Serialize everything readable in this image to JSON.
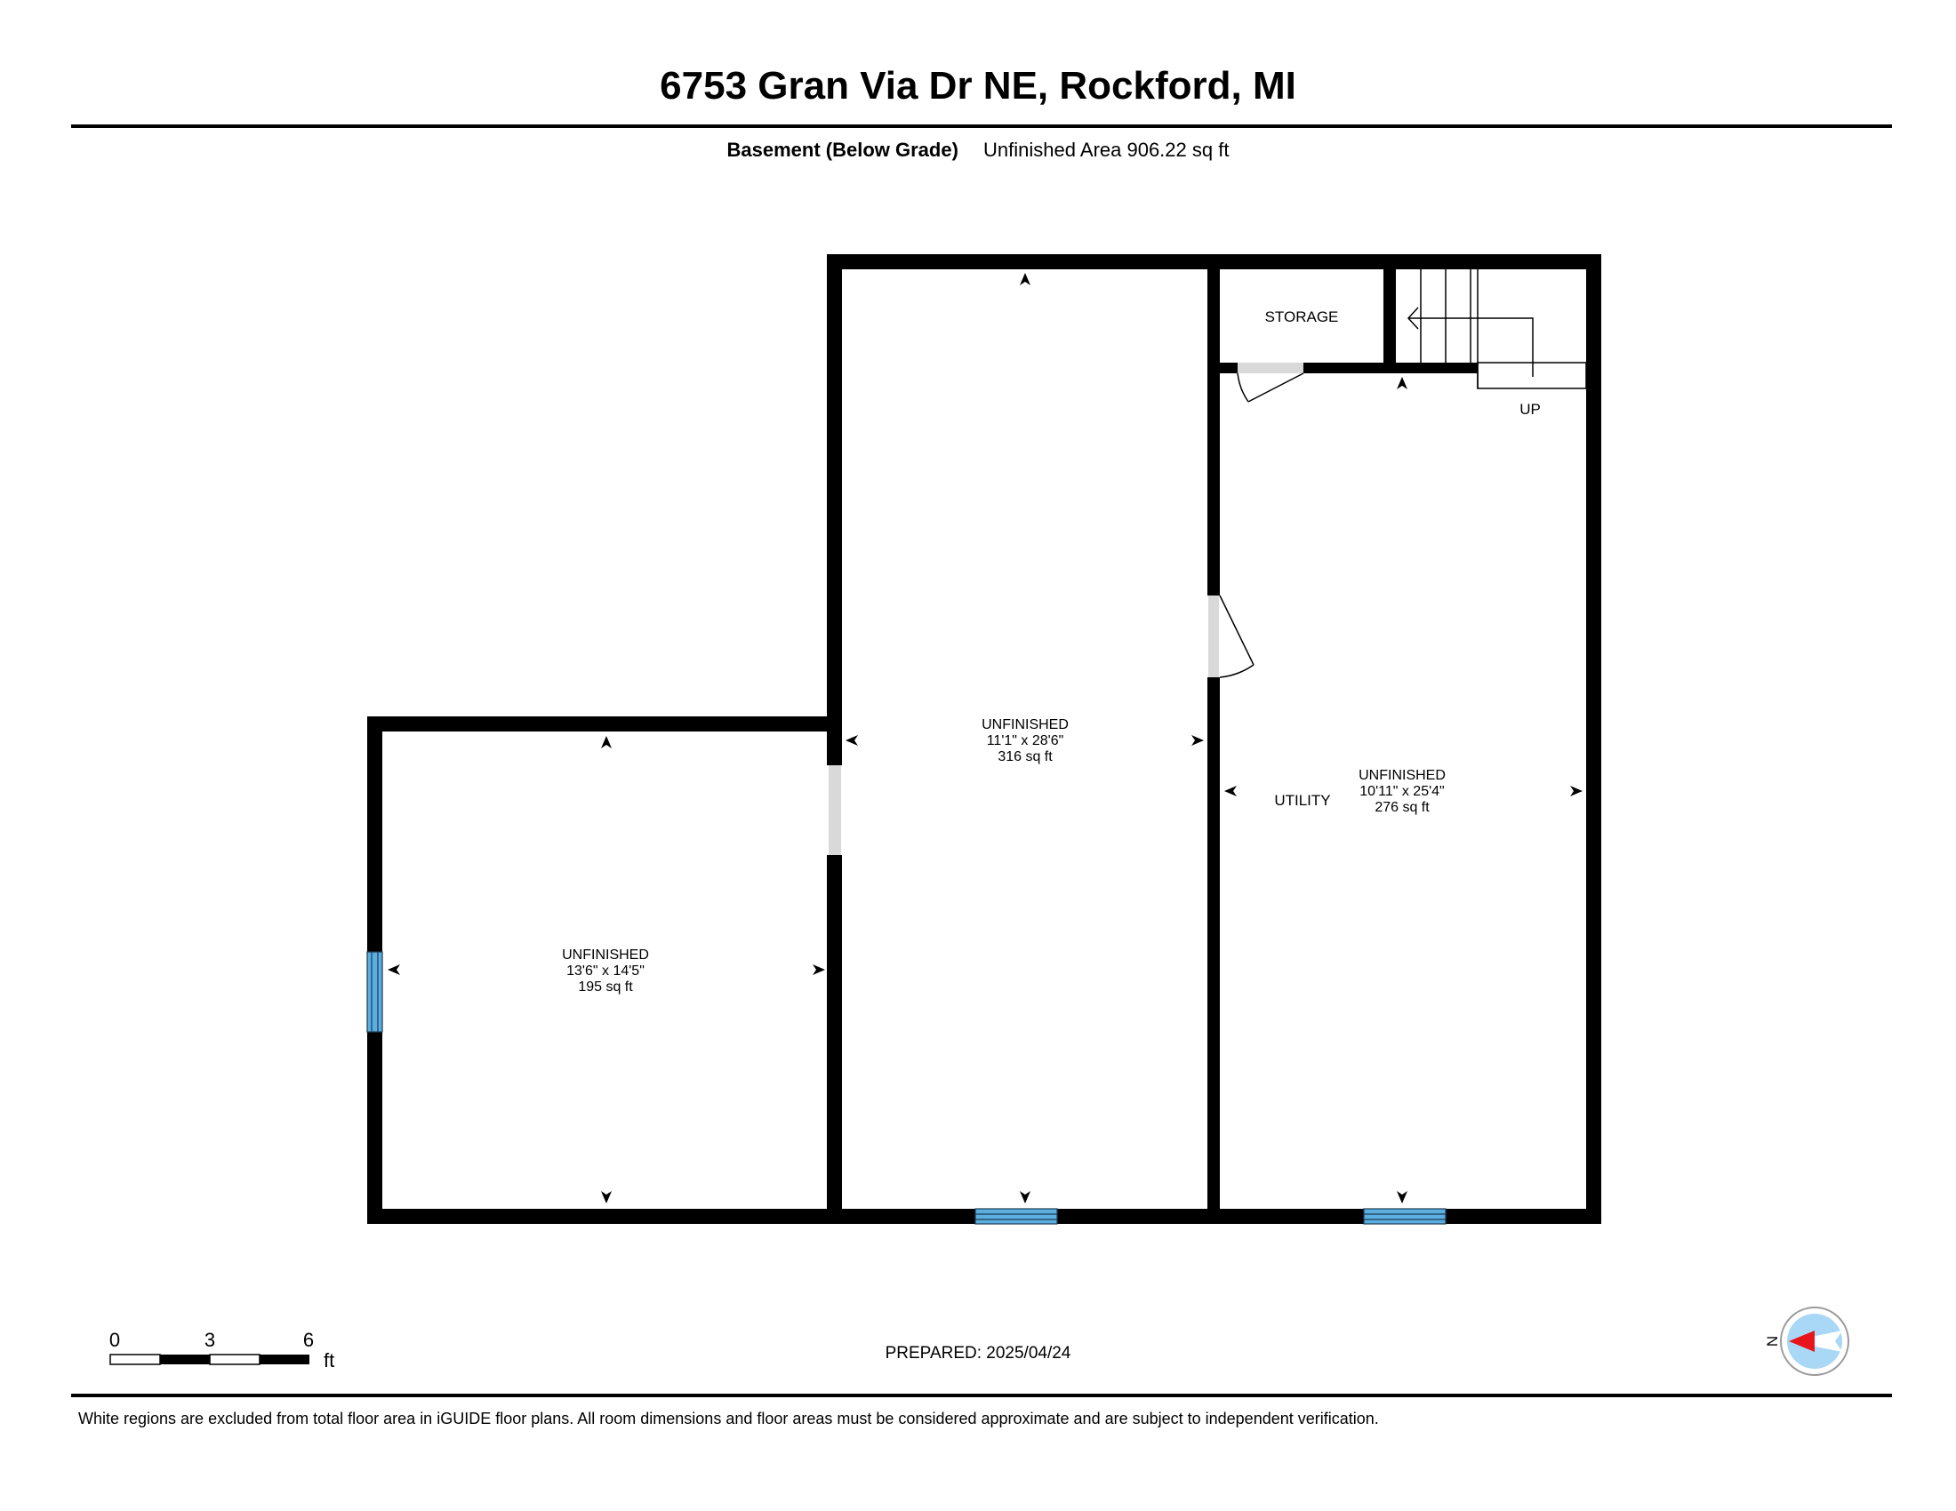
{
  "header": {
    "address": "6753 Gran Via Dr NE, Rockford, MI",
    "level": "Basement (Below Grade)",
    "area_summary": "Unfinished Area 906.22 sq ft"
  },
  "rooms": {
    "left": {
      "name": "UNFINISHED",
      "dims": "13'6\" x 14'5\"",
      "area": "195 sq ft"
    },
    "middle": {
      "name": "UNFINISHED",
      "dims": "11'1\" x 28'6\"",
      "area": "316 sq ft"
    },
    "right": {
      "name": "UNFINISHED",
      "dims": "10'11\" x 25'4\"",
      "area": "276 sq ft"
    }
  },
  "labels": {
    "storage": "STORAGE",
    "utility": "UTILITY",
    "up": "UP"
  },
  "scale": {
    "ticks": [
      "0",
      "3",
      "6"
    ],
    "unit": "ft"
  },
  "compass": {
    "north": "N"
  },
  "footer": {
    "prepared": "PREPARED: 2025/04/24",
    "disclaimer": "White regions are excluded from total floor area in iGUIDE floor plans. All room dimensions and floor areas must be considered approximate and are subject to independent verification."
  },
  "colors": {
    "wall": "#000000",
    "window": "#5aaee0",
    "door_gap": "#d9d9d9",
    "compass_arrow": "#e8141b",
    "compass_fill": "#a8d8f5"
  }
}
